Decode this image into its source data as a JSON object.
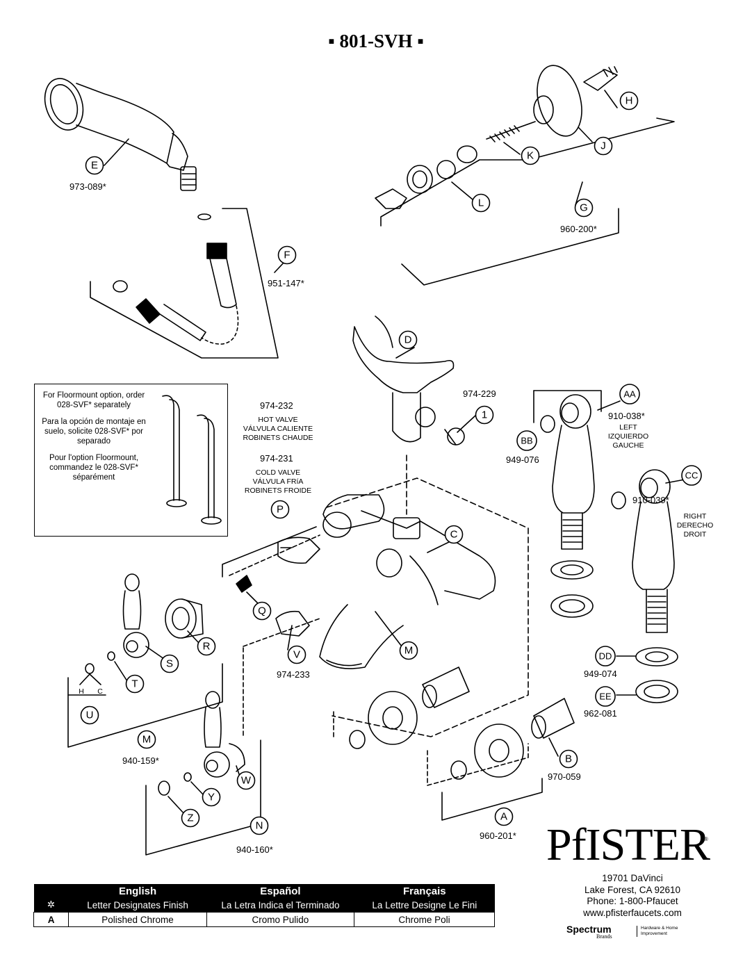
{
  "title": "801-SVH",
  "colors": {
    "ink": "#000000",
    "paper": "#ffffff"
  },
  "icons": {
    "bullet": "square-bullet-icon",
    "finish_marker": "asterisk-burst-icon"
  },
  "callouts": [
    {
      "letter": "E",
      "part": "973-089*"
    },
    {
      "letter": "F",
      "part": "951-147*"
    },
    {
      "letter": "H",
      "part": ""
    },
    {
      "letter": "J",
      "part": ""
    },
    {
      "letter": "K",
      "part": ""
    },
    {
      "letter": "L",
      "part": ""
    },
    {
      "letter": "G",
      "part": "960-200*"
    },
    {
      "letter": "D",
      "part": "974-229"
    },
    {
      "letter": "1",
      "part": ""
    },
    {
      "letter": "AA",
      "part": "910-038*"
    },
    {
      "letter": "BB",
      "part": "949-076"
    },
    {
      "letter": "CC",
      "part": "910-039*"
    },
    {
      "letter": "P",
      "part": ""
    },
    {
      "letter": "C",
      "part": ""
    },
    {
      "letter": "Q",
      "part": ""
    },
    {
      "letter": "R",
      "part": ""
    },
    {
      "letter": "S",
      "part": ""
    },
    {
      "letter": "T",
      "part": ""
    },
    {
      "letter": "U",
      "part": ""
    },
    {
      "letter": "V",
      "part": "974-233"
    },
    {
      "letter": "M",
      "part": ""
    },
    {
      "letter": "M",
      "part": "940-159*"
    },
    {
      "letter": "W",
      "part": ""
    },
    {
      "letter": "Y",
      "part": ""
    },
    {
      "letter": "Z",
      "part": ""
    },
    {
      "letter": "N",
      "part": "940-160*"
    },
    {
      "letter": "DD",
      "part": "949-074"
    },
    {
      "letter": "EE",
      "part": "962-081"
    },
    {
      "letter": "B",
      "part": "970-059"
    },
    {
      "letter": "A",
      "part": "960-201*"
    }
  ],
  "valve_labels": {
    "hot_part": "974-232",
    "hot_en": "HOT VALVE",
    "hot_es": "VÁLVULA CALIENTE",
    "hot_fr": "ROBINETS CHAUDE",
    "cold_part": "974-231",
    "cold_en": "COLD VALVE",
    "cold_es": "VÁLVULA FRíA",
    "cold_fr": "ROBINETS FROIDE"
  },
  "side_labels": {
    "left_en": "LEFT",
    "left_es": "IZQUIERDO",
    "left_fr": "GAUCHE",
    "right_en": "RIGHT",
    "right_es": "DERECHO",
    "right_fr": "DROIT"
  },
  "handle_marks": {
    "hot": "H",
    "cold": "C"
  },
  "note": {
    "en": "For Floormount option, order 028-SVF* separately",
    "es": "Para la opción de montaje en suelo, solicite 028-SVF* por separado",
    "fr": "Pour l'option Floormount, commandez le 028-SVF* séparément"
  },
  "brand": {
    "name": "PfISTER",
    "reg": "®",
    "address": [
      "19701 DaVinci",
      "Lake Forest, CA 92610",
      "Phone: 1-800-Pfaucet",
      "www.pfisterfaucets.com"
    ],
    "parent": "Spectrum",
    "parent_sub": "Brands",
    "parent_div": "Hardware & Home Improvement"
  },
  "legend": {
    "headers": [
      "English",
      "Español",
      "Français"
    ],
    "marker_row": [
      "Letter Designates Finish",
      "La Letra Indica el Terminado",
      "La Lettre Designe Le Fini"
    ],
    "rows": [
      {
        "code": "A",
        "en": "Polished Chrome",
        "es": "Cromo Pulido",
        "fr": "Chrome Poli"
      }
    ]
  }
}
